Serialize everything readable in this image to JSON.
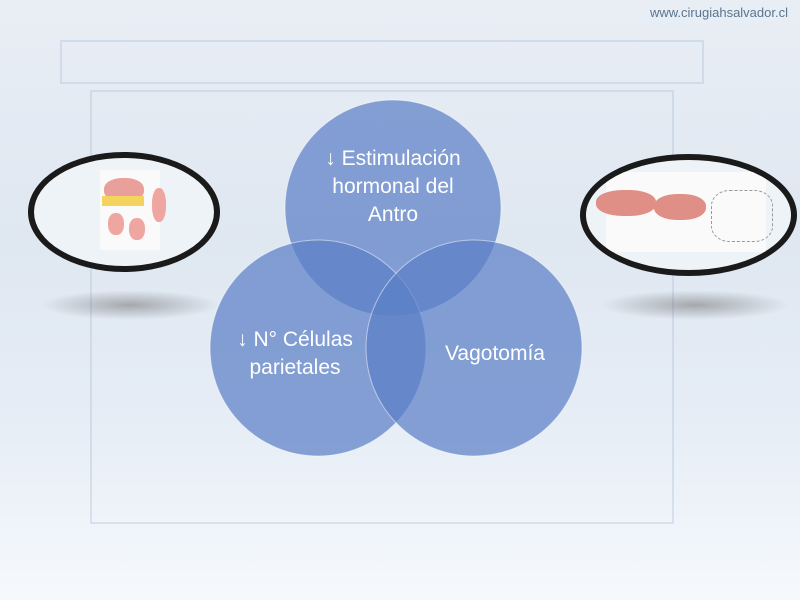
{
  "header": {
    "url": "www.cirugiahsalvador.cl"
  },
  "diagram": {
    "type": "venn",
    "circles": [
      {
        "label_lines": [
          "↓ Estimulación",
          "hormonal del",
          "Antro"
        ]
      },
      {
        "label_lines": [
          "↓ N° Células",
          "parietales"
        ]
      },
      {
        "label_lines": [
          "Vagotomía"
        ]
      }
    ],
    "circle_color": "#5b80c6"
  },
  "images": {
    "left": "stomach-surgery-illustration",
    "right": "gastrectomy-illustration"
  }
}
